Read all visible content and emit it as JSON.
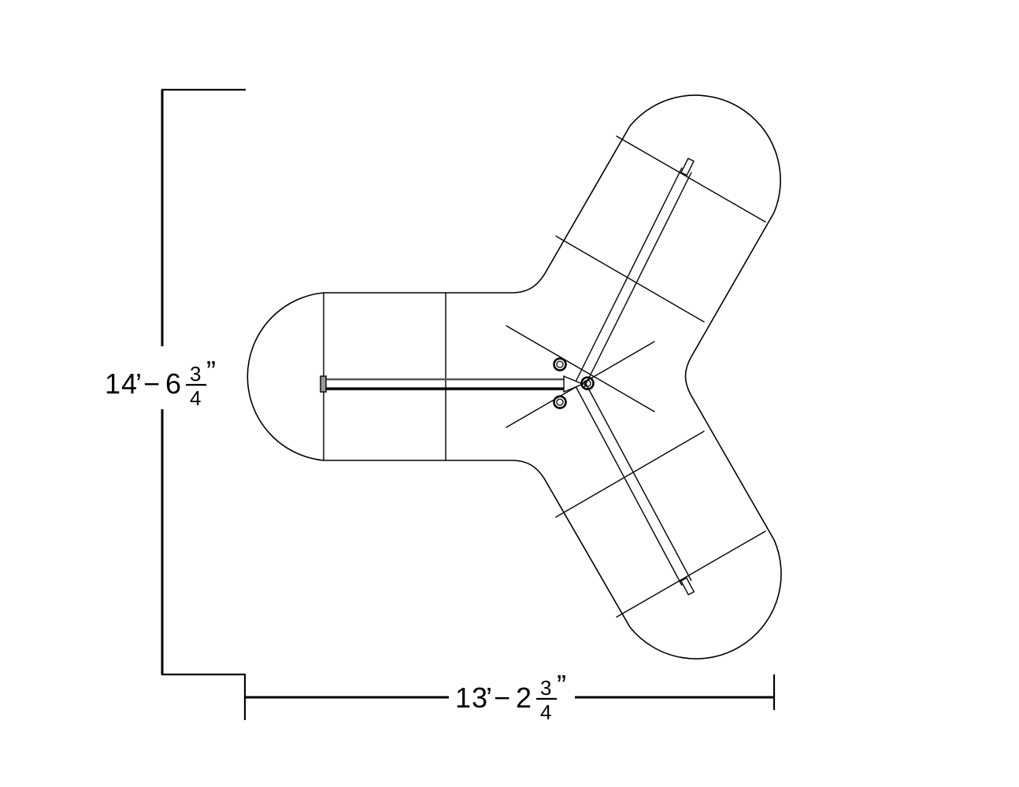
{
  "drawing": {
    "type": "cad-plan-view",
    "title": "Three-arm radial structure plan",
    "background_color": "#ffffff",
    "line_color": "#000000",
    "rail_highlight_color": "#555555"
  },
  "dimensions": {
    "vertical": {
      "label": "14'-6 3/4\"",
      "feet": "14",
      "foot_mark": "’",
      "separator": "−",
      "inches_whole": "6",
      "fraction_numerator": "3",
      "fraction_denominator": "4",
      "inch_mark": "”",
      "orientation": "vertical",
      "position": "left"
    },
    "horizontal": {
      "label": "13'-2 3/4\"",
      "feet": "13",
      "foot_mark": "’",
      "separator": "−",
      "inches_whole": "2",
      "fraction_numerator": "3",
      "fraction_denominator": "4",
      "inch_mark": "”",
      "orientation": "horizontal",
      "position": "bottom"
    }
  },
  "geometry": {
    "arms": [
      {
        "name": "left-arm",
        "direction": "west",
        "cap": "rounded",
        "seam_count": 2
      },
      {
        "name": "upper-right-arm",
        "direction": "northeast",
        "cap": "rounded",
        "seam_count": 3
      },
      {
        "name": "lower-right-arm",
        "direction": "southeast",
        "cap": "rounded",
        "seam_count": 3
      }
    ],
    "hub": {
      "name": "center-hub",
      "fitting_count": 3,
      "fitting_style": "double-ring"
    },
    "rails": [
      {
        "name": "left-rail",
        "has_end_cap": true
      },
      {
        "name": "upper-right-rail",
        "has_end_cap": true
      },
      {
        "name": "lower-right-rail",
        "has_end_cap": true
      }
    ]
  }
}
